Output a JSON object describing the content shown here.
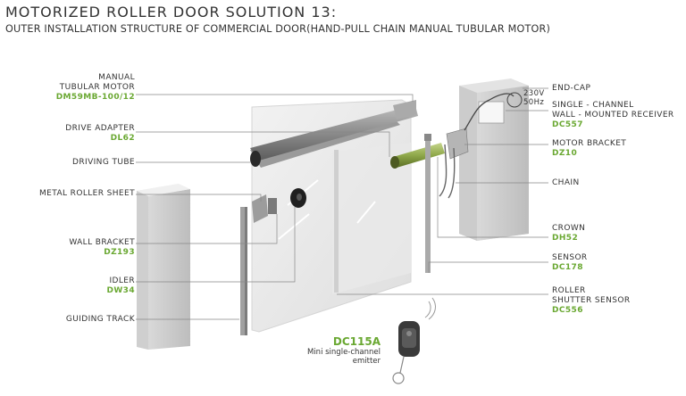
{
  "title": "MOTORIZED ROLLER DOOR SOLUTION 13:",
  "subtitle": "OUTER INSTALLATION STRUCTURE OF COMMERCIAL DOOR(HAND-PULL CHAIN MANUAL TUBULAR MOTOR)",
  "left_labels": [
    {
      "name": "MANUAL",
      "name2": "TUBULAR MOTOR",
      "code": "DM59MB-100/12"
    },
    {
      "name": "DRIVE ADAPTER",
      "code": "DL62"
    },
    {
      "name": "DRIVING TUBE",
      "code": ""
    },
    {
      "name": "METAL ROLLER SHEET",
      "code": ""
    },
    {
      "name": "WALL BRACKET",
      "code": "DZ193"
    },
    {
      "name": "IDLER",
      "code": "DW34"
    },
    {
      "name": "GUIDING TRACK",
      "code": ""
    }
  ],
  "right_labels": [
    {
      "name": "END-CAP",
      "code": ""
    },
    {
      "name": "SINGLE -  CHANNEL",
      "name2": "WALL - MOUNTED RECEIVER",
      "code": "DC557"
    },
    {
      "name": "MOTOR BRACKET",
      "code": "DZ10"
    },
    {
      "name": "CHAIN",
      "code": ""
    },
    {
      "name": "CROWN",
      "code": "DH52"
    },
    {
      "name": "SENSOR",
      "code": "DC178"
    },
    {
      "name": "ROLLER",
      "name2": "SHUTTER SENSOR",
      "code": "DC556"
    }
  ],
  "power_label": {
    "line1": "230V",
    "line2": "50Hz"
  },
  "emitter": {
    "model": "DC115A",
    "desc1": "Mini single-channel",
    "desc2": "emitter"
  },
  "colors": {
    "accent_green": "#6aa832",
    "text": "#333333"
  }
}
